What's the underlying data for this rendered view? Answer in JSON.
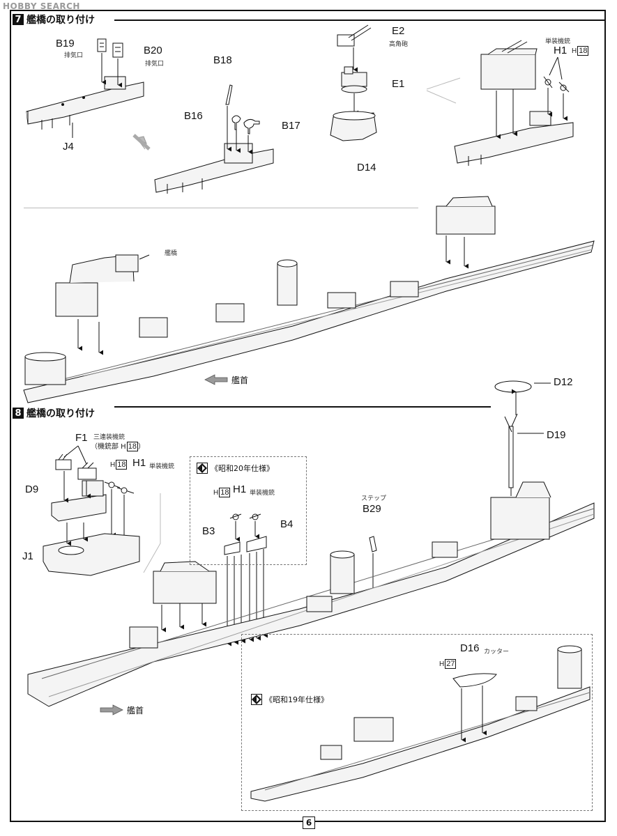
{
  "watermark": "HOBBY SEARCH",
  "step7": {
    "number": "7",
    "title": "艦橋の取り付け"
  },
  "step8": {
    "number": "8",
    "title": "艦橋の取り付け"
  },
  "page_number": "6",
  "labels": {
    "B19": "B19",
    "B19_sub": "排気口",
    "B20": "B20",
    "B20_sub": "排気口",
    "J4": "J4",
    "B18": "B18",
    "B16": "B16",
    "B17": "B17",
    "E2": "E2",
    "E2_sub": "高角砲",
    "E1": "E1",
    "D14": "D14",
    "H1_top": "H1",
    "H1_top_sub": "単装機銃",
    "H1_top_ref_h": "H",
    "H1_top_ref_num": "18",
    "bridge": "艦橋",
    "bow_top": "艦首",
    "D12": "D12",
    "D19": "D19",
    "F1": "F1",
    "F1_sub1": "三連装機銃",
    "F1_sub2_pre": "（機銃部 H",
    "F1_sub2_num": "18",
    "F1_sub2_post": "）",
    "D9": "D9",
    "J1": "J1",
    "H1_left": "H1",
    "H1_left_ref_h": "H",
    "H1_left_ref_num": "18",
    "H1_left_sub": "単装機銃",
    "showa20": "《昭和20年仕様》",
    "H1_mid": "H1",
    "H1_mid_ref_h": "H",
    "H1_mid_ref_num": "18",
    "H1_mid_sub": "単装機銃",
    "B3": "B3",
    "B4": "B4",
    "B29_sub": "ステップ",
    "B29": "B29",
    "bow_bottom": "艦首",
    "D16": "D16",
    "D16_sub": "カッター",
    "D16_ref_h": "H",
    "D16_ref_num": "27",
    "showa19": "《昭和19年仕様》"
  },
  "colors": {
    "ink": "#111111",
    "hull": "#f4f4f4",
    "arrow_fill": "#9a9a9a"
  }
}
